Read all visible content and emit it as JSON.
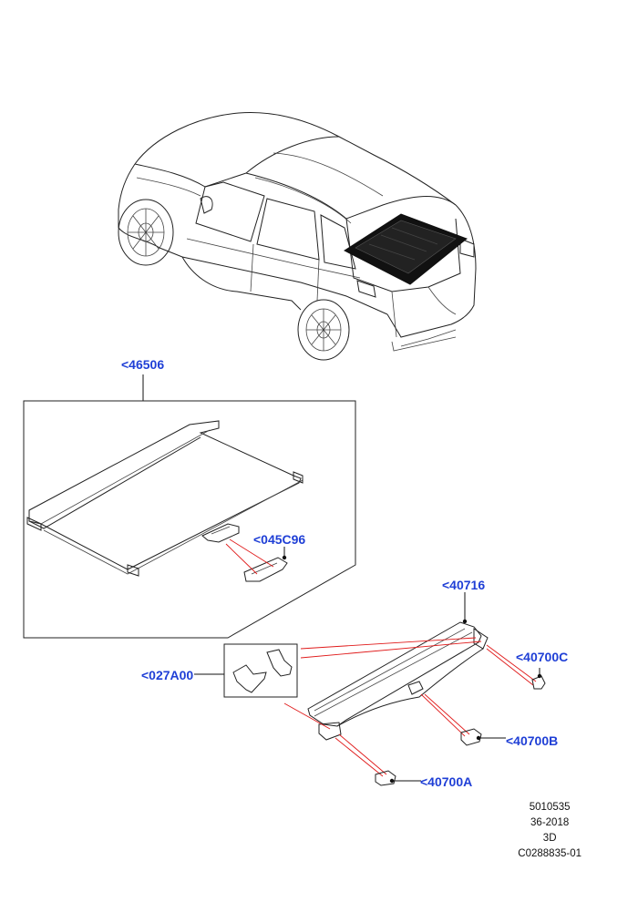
{
  "callouts": {
    "c46506": "<46506",
    "c045C96": "<045C96",
    "c40716": "<40716",
    "c40700C": "<40700C",
    "c027A00": "<027A00",
    "c40700B": "<40700B",
    "c40700A": "<40700A"
  },
  "reference": {
    "line1": "5010535",
    "line2": "36-2018",
    "line3": "3D",
    "line4": "C0288835-01"
  },
  "colors": {
    "callout": "#1f3fd6",
    "highlight_lines": "#e01a1a"
  }
}
